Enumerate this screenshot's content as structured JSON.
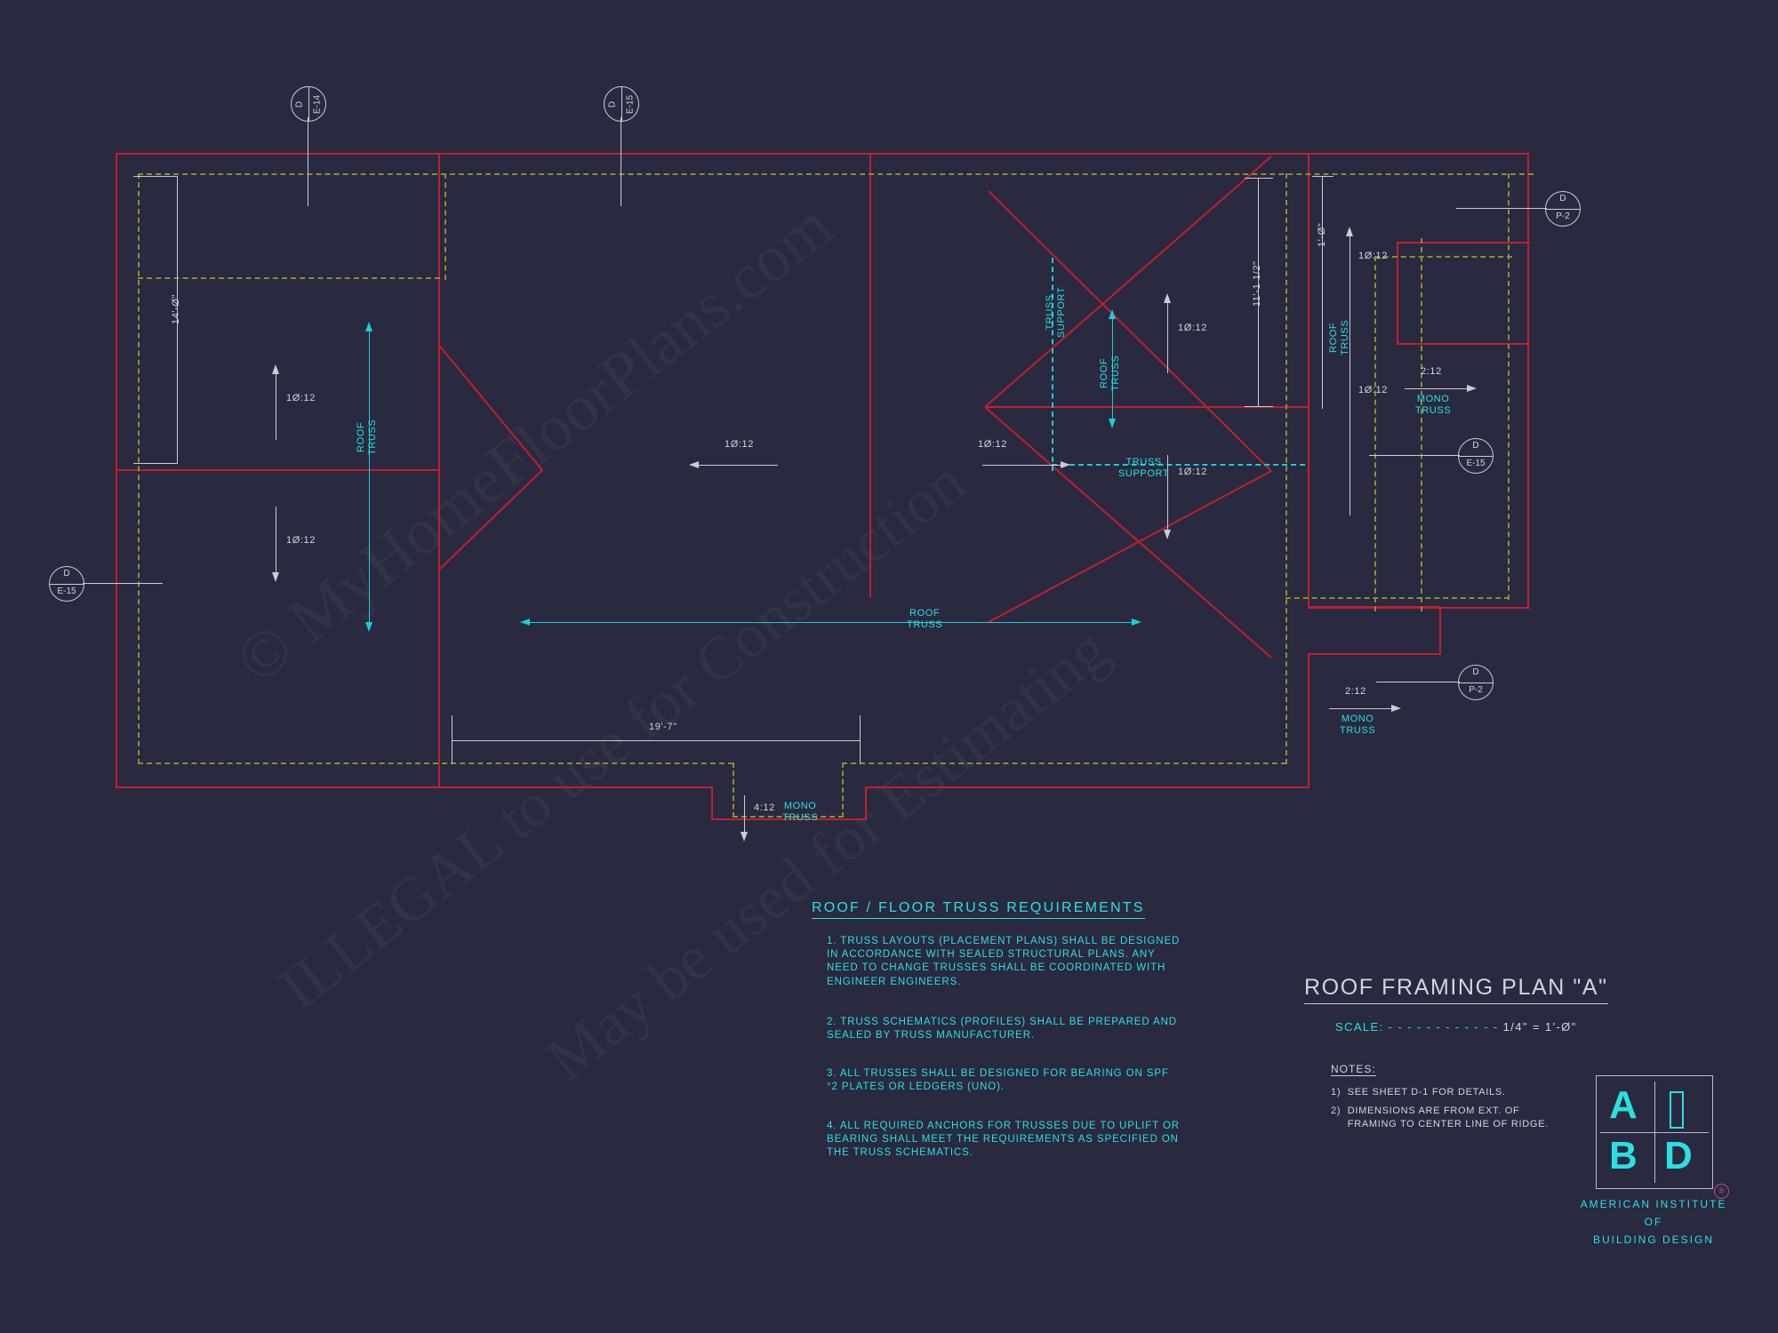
{
  "sheet": {
    "background_color": "#292940",
    "wall_color": "#c0202c",
    "overhang_color": "#8a8f33",
    "annotation_color": "#2ae0e0",
    "dimension_color": "#d2d5de"
  },
  "watermark": {
    "line1": "© MyHomeFloorPlans.com",
    "line2": "ILLEGAL to use for Construction",
    "line3": "May be used for Estimating"
  },
  "section_bubbles": [
    {
      "id": "top-left",
      "detail": "D",
      "sheet": "E-14"
    },
    {
      "id": "top-mid",
      "detail": "D",
      "sheet": "E-15"
    },
    {
      "id": "right-upper",
      "detail": "D",
      "sheet": "P-2"
    },
    {
      "id": "right-mid",
      "detail": "D",
      "sheet": "E-15"
    },
    {
      "id": "right-lower",
      "detail": "D",
      "sheet": "P-2"
    },
    {
      "id": "left",
      "detail": "D",
      "sheet": "E-15"
    }
  ],
  "plan_annotations": {
    "slopes": {
      "left_upper": "1Ø:12",
      "left_lower": "1Ø:12",
      "center": "1Ø:12",
      "center_right": "1Ø:12",
      "right_upper": "1Ø:12",
      "right_lower": "1Ø:12",
      "far_right_upper": "1Ø:12",
      "far_right_lower": "1Ø:12",
      "mono_right_upper": "2:12",
      "mono_right_lower": "2:12",
      "mono_bottom": "4:12"
    },
    "truss_labels": {
      "left_roof_truss": "ROOF\nTRUSS",
      "center_roof_truss": "ROOF\nTRUSS",
      "mid_roof_truss": "ROOF\nTRUSS",
      "right_roof_truss": "ROOF\nTRUSS",
      "truss_support_vertical": "TRUSS\nSUPPORT",
      "truss_support_horizontal": "TRUSS\nSUPPORT",
      "mono_truss_right_upper": "MONO\nTRUSS",
      "mono_truss_right_lower": "MONO\nTRUSS",
      "mono_truss_bottom": "MONO\nTRUSS"
    },
    "dimensions": {
      "left_vertical": "14'-Ø\"",
      "bottom_horizontal": "19'-7\"",
      "right_vertical_long": "11'-1 1/2\"",
      "right_vertical_short": "1'-Ø\""
    }
  },
  "truss_requirements": {
    "title": "ROOF / FLOOR  TRUSS REQUIREMENTS",
    "items": [
      "1. TRUSS LAYOUTS (PLACEMENT PLANS) SHALL\nBE DESIGNED IN ACCORDANCE WITH SEALED\nSTRUCTURAL PLANS. ANY NEED TO CHANGE\nTRUSSES SHALL BE COORDINATED WITH\nENGINEER ENGINEERS.",
      "2. TRUSS SCHEMATICS (PROFILES) SHALL BE\nPREPARED AND SEALED BY TRUSS\nMANUFACTURER.",
      "3. ALL TRUSSES SHALL BE DESIGNED FOR\nBEARING ON SPF °2 PLATES OR LEDGERS\n(UNO).",
      "4. ALL REQUIRED ANCHORS FOR TRUSSES DUE\nTO UPLIFT OR BEARING SHALL MEET THE\nREQUIREMENTS AS SPECIFIED ON THE TRUSS\nSCHEMATICS."
    ]
  },
  "title_block": {
    "plan_title": "ROOF FRAMING PLAN \"A\"",
    "scale_label": "SCALE:",
    "scale_dashes": "- - - - - - - - - - - -",
    "scale_value": "1/4\" = 1'-Ø\"",
    "notes_heading": "NOTES:",
    "notes": [
      "1)  SEE SHEET D-1 FOR DETAILS.",
      "2)  DIMENSIONS ARE FROM EXT. OF\n     FRAMING TO CENTER LINE OF RIDGE."
    ]
  },
  "logo": {
    "letters": [
      "A",
      "I",
      "B",
      "D"
    ],
    "registered_mark": "®",
    "subtitle_line1": "AMERICAN INSTITUTE",
    "subtitle_line2": "OF",
    "subtitle_line3": "BUILDING DESIGN"
  }
}
